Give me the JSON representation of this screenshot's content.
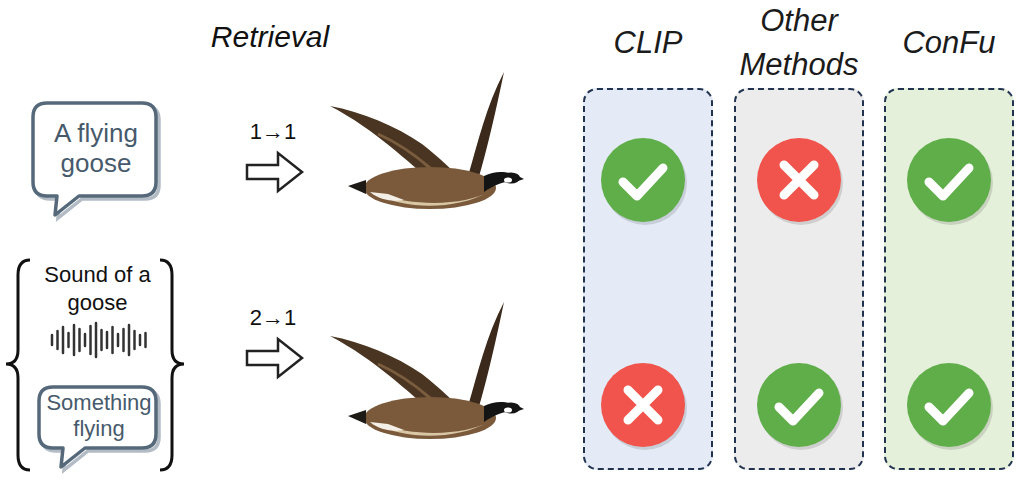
{
  "diagram": {
    "nodes": [
      {
        "text": [
          "A flying goose"
        ]
      },
      {
        "text": [
          "Something flying"
        ]
      },
      {
        "text": [
          "CLIP"
        ]
      },
      {
        "text": [
          "Other Methods"
        ]
      },
      {
        "text": [
          "ConFu"
        ]
      }
    ],
    "labels": [
      "Retrieval",
      "1→1",
      "2→1",
      "Sound of a goose"
    ]
  }
}
